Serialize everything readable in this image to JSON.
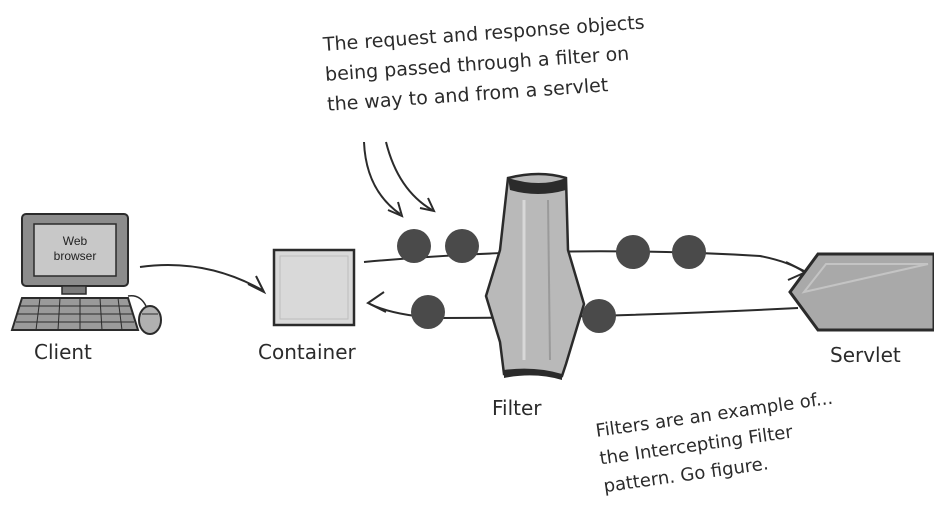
{
  "annotations": {
    "top_note": [
      "The request and response objects",
      "being passed through a filter on",
      "the way to and from a servlet"
    ],
    "bottom_note": [
      "Filters are an example of...",
      "the Intercepting Filter",
      "pattern. Go figure."
    ]
  },
  "nodes": {
    "client": {
      "label": "Client",
      "screen_text": [
        "Web",
        "browser"
      ]
    },
    "container": {
      "label": "Container"
    },
    "filter": {
      "label": "Filter"
    },
    "servlet": {
      "label": "Servlet"
    }
  },
  "colors": {
    "ink": "#2b2b2b",
    "ball": "#4a4a4a",
    "filter_fill": "#b9b9b9",
    "servlet_fill": "#a9a9a9",
    "container_fill": "#d9d9d9"
  }
}
